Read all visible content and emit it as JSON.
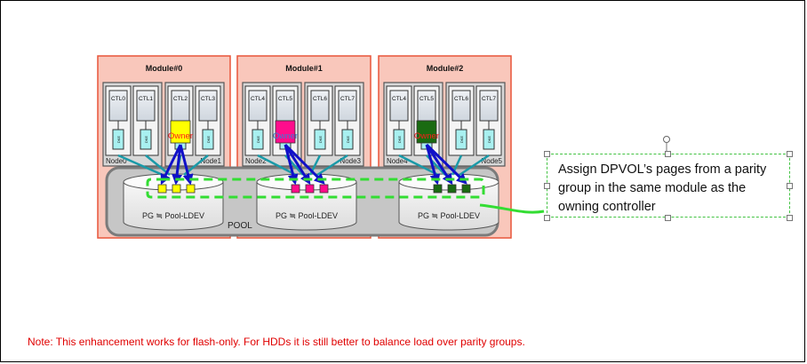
{
  "modules": [
    {
      "title": "Module#0",
      "ctls": [
        "CTL0",
        "CTL1",
        "CTL2",
        "CTL3"
      ],
      "nodes": [
        "Node0",
        "Node1"
      ]
    },
    {
      "title": "Module#1",
      "ctls": [
        "CTL4",
        "CTL5",
        "CTL6",
        "CTL7"
      ],
      "nodes": [
        "Node2",
        "Node3"
      ]
    },
    {
      "title": "Module#2",
      "ctls": [
        "CTL4",
        "CTL5",
        "CTL6",
        "CTL7"
      ],
      "nodes": [
        "Node4",
        "Node5"
      ]
    }
  ],
  "dke_label": "DKE",
  "owner_label": "Owner",
  "pool_label": "POOL",
  "pg_label": "PG ≒ Pool-LDEV",
  "callout_text": "Assign DPVOL’s pages from a parity group in the same module as the owning controller",
  "note": "Note:  This enhancement works for flash-only.  For HDDs it is still better to balance load over parity groups.",
  "colors": {
    "module_bg": "#f9c7bb",
    "module_border": "#e8553a",
    "owner_module0": "#ffff00",
    "owner_module1": "#ff0d8c",
    "owner_module2": "#1a6b12",
    "owner_text": "#ff1a1a",
    "arrow_blue": "#1010c8",
    "connector_teal": "#1a9aa8",
    "dashed_green": "#33dd33",
    "note_red": "#e00000"
  }
}
